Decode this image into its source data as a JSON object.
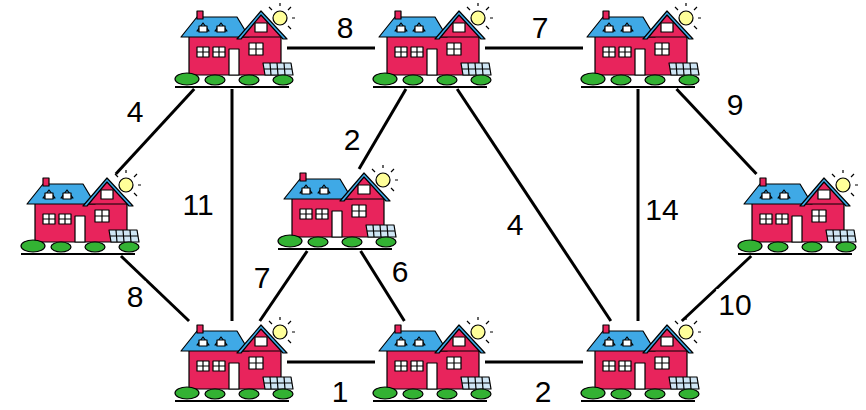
{
  "diagram": {
    "nodes": [
      {
        "text": []
      },
      {
        "text": []
      },
      {
        "text": []
      },
      {
        "text": []
      },
      {
        "text": []
      },
      {
        "text": []
      },
      {
        "text": []
      },
      {
        "text": []
      },
      {
        "text": []
      }
    ],
    "edges": [
      {
        "from": 0,
        "to": 1,
        "label": "8",
        "arrow": "none"
      },
      {
        "from": 1,
        "to": 2,
        "label": "7",
        "arrow": "none"
      },
      {
        "from": 0,
        "to": 3,
        "label": "4",
        "arrow": "none"
      },
      {
        "from": 0,
        "to": 6,
        "label": "11",
        "arrow": "none"
      },
      {
        "from": 1,
        "to": 4,
        "label": "2",
        "arrow": "none"
      },
      {
        "from": 1,
        "to": 8,
        "label": "4",
        "arrow": "none"
      },
      {
        "from": 2,
        "to": 5,
        "label": "9",
        "arrow": "none"
      },
      {
        "from": 2,
        "to": 8,
        "label": "14",
        "arrow": "none"
      },
      {
        "from": 3,
        "to": 6,
        "label": "8",
        "arrow": "none"
      },
      {
        "from": 4,
        "to": 6,
        "label": "7",
        "arrow": "none"
      },
      {
        "from": 4,
        "to": 7,
        "label": "6",
        "arrow": "none"
      },
      {
        "from": 6,
        "to": 7,
        "label": "1",
        "arrow": "none"
      },
      {
        "from": 7,
        "to": 8,
        "label": "2",
        "arrow": "none"
      },
      {
        "from": 5,
        "to": 8,
        "label": "10",
        "arrow": "none"
      }
    ]
  }
}
